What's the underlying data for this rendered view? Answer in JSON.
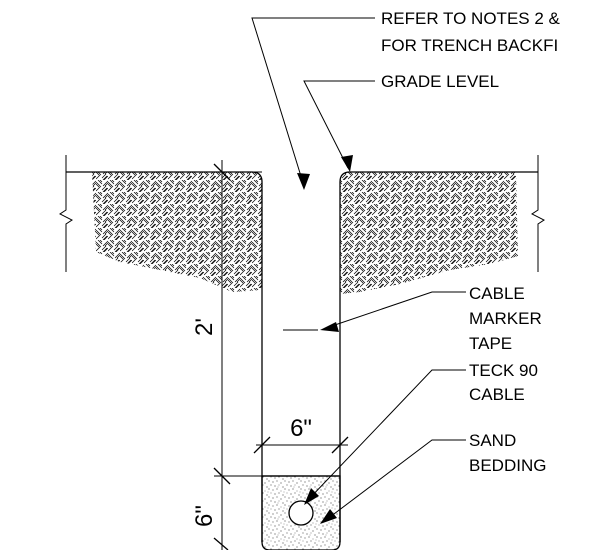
{
  "notes": {
    "refer_line1": "REFER TO NOTES 2 &",
    "refer_line2": "FOR TRENCH BACKFI",
    "grade_level": "GRADE LEVEL",
    "cable_marker_line1": "CABLE",
    "cable_marker_line2": "MARKER",
    "cable_marker_line3": "TAPE",
    "teck_line1": "TECK 90",
    "teck_line2": "CABLE",
    "sand_line1": "SAND",
    "sand_line2": "BEDDING"
  },
  "dimensions": {
    "depth": "2'",
    "width": "6\"",
    "bedding": "6\""
  }
}
